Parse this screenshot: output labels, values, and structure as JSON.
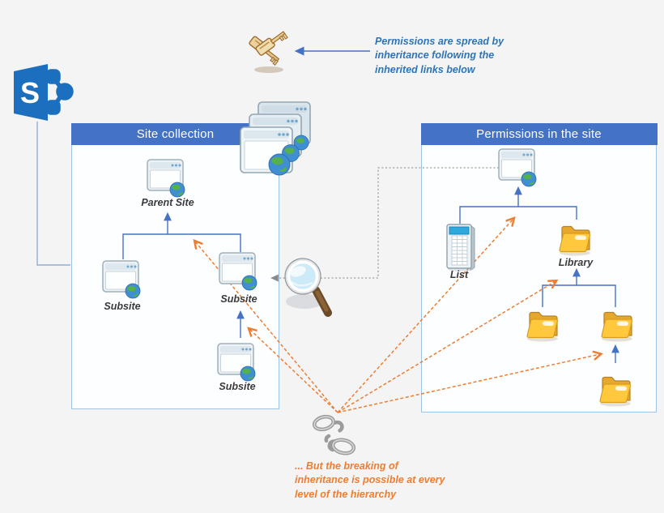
{
  "sharepoint_logo": {
    "letter": "S"
  },
  "top_annotation": {
    "text": "Permissions are spread by inheritance following the inherited links below"
  },
  "site_collection_box": {
    "title": "Site collection",
    "parent_site_label": "Parent Site",
    "subsites": [
      "Subsite",
      "Subsite",
      "Subsite"
    ]
  },
  "permissions_box": {
    "title": "Permissions in the site",
    "list_label": "List",
    "library_label": "Library"
  },
  "bottom_annotation": {
    "text": "... But the breaking of inheritance is possible at every level of the hierarchy"
  },
  "icons": [
    "sharepoint-logo",
    "keys-icon",
    "site-stack-icon",
    "site-icon",
    "magnifier-icon",
    "list-icon",
    "folder-icon",
    "broken-chain-icon"
  ],
  "colors": {
    "header_blue": "#4472c4",
    "box_border": "#9dc3e6",
    "tree_line_blue": "#4472c4",
    "annotation_blue": "#2e74b5",
    "annotation_orange": "#ed7d31",
    "dotted_gray": "#9a9a9a",
    "background": "#f4f4f5",
    "folder_yellow": "#ffc83d",
    "sharepoint_blue": "#1b6fbe"
  }
}
